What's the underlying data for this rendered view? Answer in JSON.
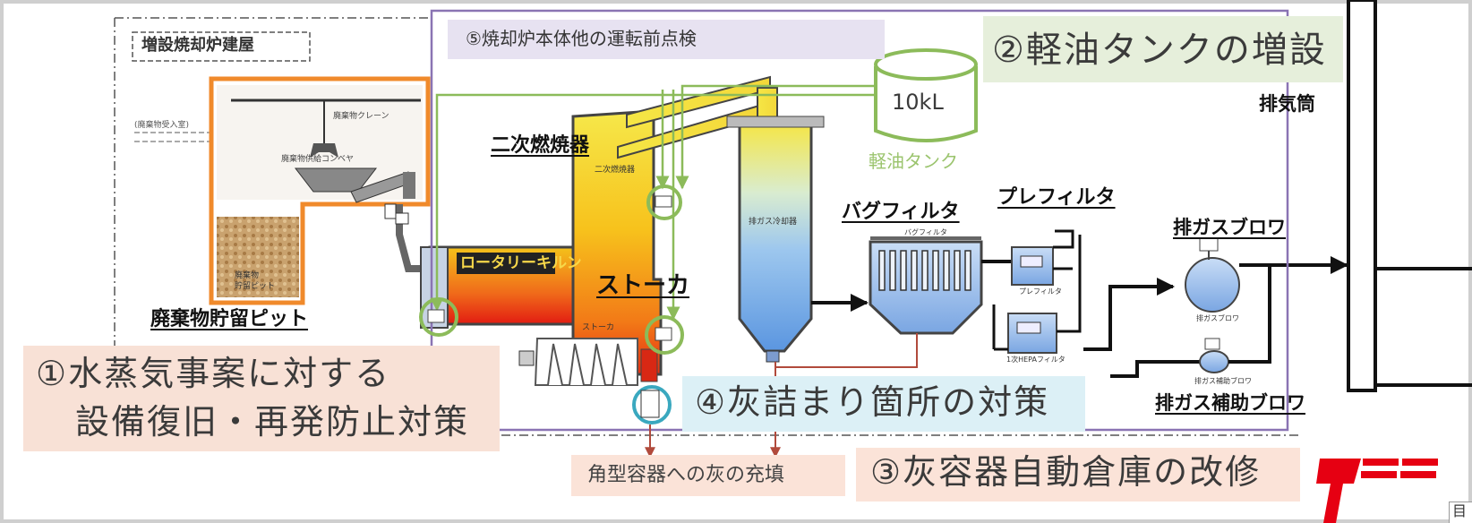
{
  "labels": {
    "building": "増設焼却炉建屋",
    "outside_small": "(廃棄物受入室)",
    "crane_small": "廃棄物クレーン",
    "conveyor_small": "廃棄物供給コンベヤ",
    "pit_small_1": "廃棄物",
    "pit_small_2": "貯留ピット",
    "waste_pit": "廃棄物貯留ピット",
    "secondary_combustor": "二次燃焼器",
    "secondary_small": "二次燃焼器",
    "rotary_kiln": "ロータリーキルン",
    "stoker": "ストーカ",
    "stoker_small": "ストーカ",
    "cooler_small": "排ガス冷却器",
    "bag_filter": "バグフィルタ",
    "bag_filter_small": "バグフィルタ",
    "pre_filter": "プレフィルタ",
    "pre_filter_small": "プレフィルタ",
    "hepa_small": "1次HEPAフィルタ",
    "exhaust_blower": "排ガスブロワ",
    "exhaust_blower_small": "排ガスブロワ",
    "aux_blower_small": "排ガス補助ブロワ",
    "aux_blower": "排ガス補助ブロワ",
    "stack": "排気筒"
  },
  "tank": {
    "capacity": "10kL",
    "label": "軽油タンク"
  },
  "callouts": {
    "c1_line1": "①水蒸気事案に対する",
    "c1_line2": "設備復旧・再発防止対策",
    "c2": "②軽油タンクの増設",
    "c3": "③灰容器自動倉庫の改修",
    "c4": "④灰詰まり箇所の対策",
    "c5": "⑤焼却炉本体他の運転前点検",
    "ash_fill": "角型容器への灰の充填"
  },
  "footer": {
    "badge": "目"
  },
  "colors": {
    "orange_frame": "#f08a2b",
    "scope_frame": "#8a74b3",
    "diesel_green": "#8cbb5a",
    "ash_teal": "#3aa8bf",
    "ash_line_red": "#b14a3c",
    "logo_red": "#e60012"
  }
}
